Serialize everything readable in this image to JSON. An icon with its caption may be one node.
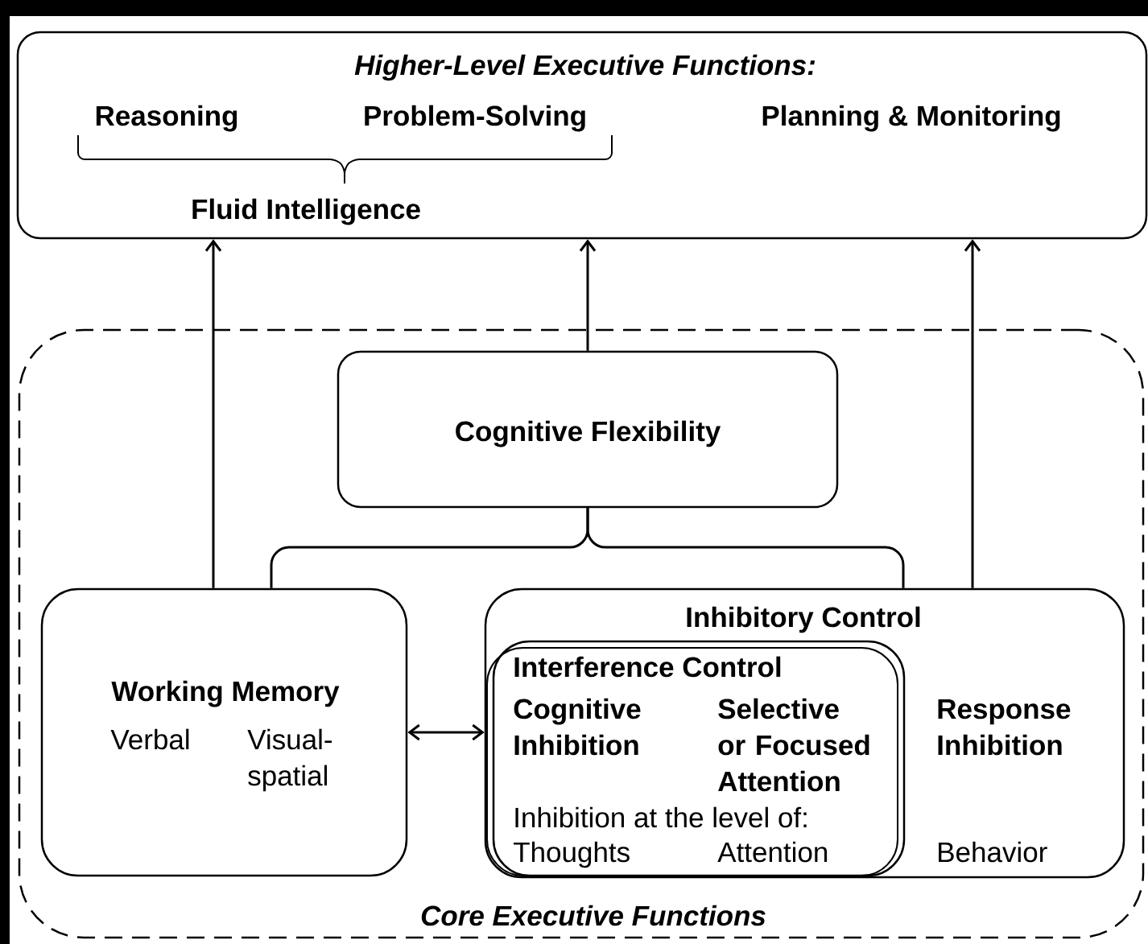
{
  "diagram": {
    "nodes": [
      {
        "text": [
          "Higher-Level Executive Functions:",
          "Reasoning",
          "Problem-Solving",
          "Planning & Monitoring",
          "Fluid Intelligence"
        ]
      },
      {
        "text": [
          "Core Executive Functions"
        ]
      },
      {
        "text": [
          "Cognitive Flexibility"
        ],
        "in": 1
      },
      {
        "text": [
          "Working Memory",
          "Verbal",
          "Visual-spatial"
        ],
        "in": 1
      },
      {
        "text": [
          "Inhibitory Control",
          "Response Inhibition",
          "Behavior"
        ],
        "in": 1
      },
      {
        "text": [
          "Interference Control",
          "Cognitive Inhibition",
          "Selective or Focused Attention",
          "Inhibition at the level of:",
          "Thoughts",
          "Attention"
        ],
        "in": 4
      }
    ],
    "edges": [
      {
        "from": 3,
        "to": 0,
        "arrow": "to"
      },
      {
        "from": 2,
        "to": 0,
        "arrow": "to"
      },
      {
        "from": 4,
        "to": 0,
        "arrow": "to"
      },
      {
        "from": 3,
        "to": 4,
        "arrow": "both"
      },
      {
        "from": 3,
        "to": 2,
        "arrow": "none"
      },
      {
        "from": 4,
        "to": 2,
        "arrow": "none"
      }
    ]
  }
}
